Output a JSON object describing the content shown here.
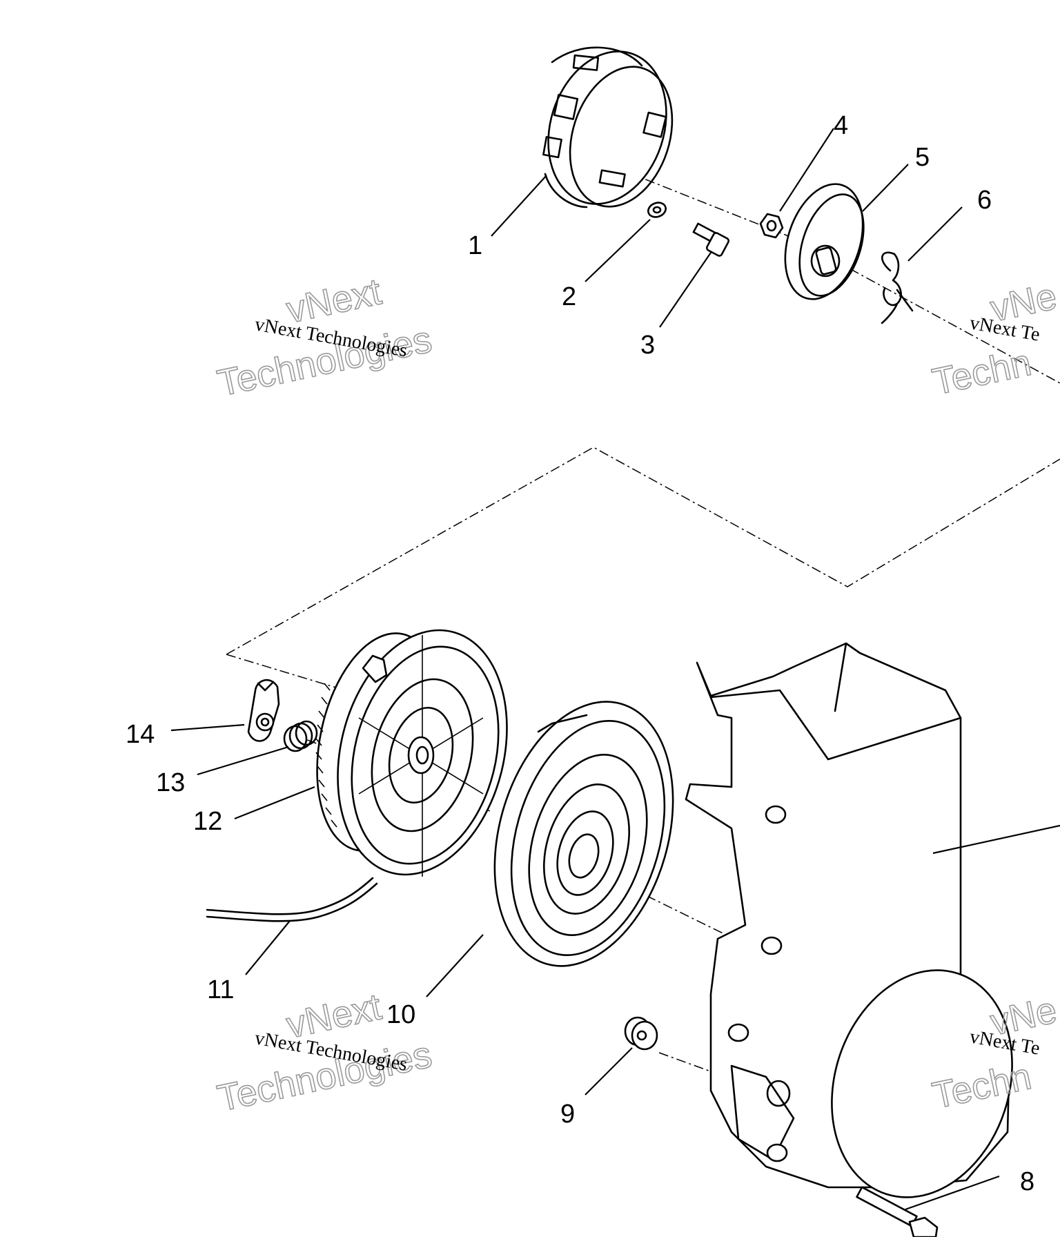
{
  "callouts": [
    {
      "id": "1",
      "label": "1"
    },
    {
      "id": "2",
      "label": "2"
    },
    {
      "id": "3",
      "label": "3"
    },
    {
      "id": "4",
      "label": "4"
    },
    {
      "id": "5",
      "label": "5"
    },
    {
      "id": "6",
      "label": "6"
    },
    {
      "id": "8",
      "label": "8"
    },
    {
      "id": "9",
      "label": "9"
    },
    {
      "id": "10",
      "label": "10"
    },
    {
      "id": "11",
      "label": "11"
    },
    {
      "id": "12",
      "label": "12"
    },
    {
      "id": "13",
      "label": "13"
    },
    {
      "id": "14",
      "label": "14"
    }
  ],
  "watermark": {
    "small": "vNext Technologies",
    "big_line1": "vNext",
    "big_line2": "Technologies",
    "right_small_fragment": "vNext Te",
    "right_big_fragment1": "vNe",
    "right_big_fragment2": "Techn"
  }
}
